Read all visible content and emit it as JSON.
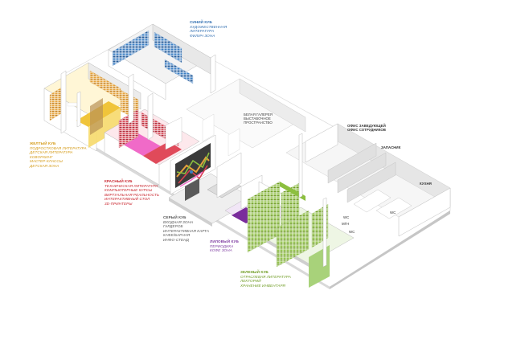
{
  "zones": {
    "blue": {
      "title": "СИНИЙ КУБ",
      "color": "#2f6db0",
      "items": [
        "ХУДОЖЕСТВЕННАЯ",
        "ЛИТЕРАТУРА",
        "ФИЛИЧ ЗОНА"
      ]
    },
    "yellow": {
      "title": "ЖЕЛТЫЙ КУБ",
      "color": "#d49a16",
      "items": [
        "ПОДРОСТКОВАЯ ЛИТЕРАТУРА",
        "ДЕТСКАЯ ЛИТЕРАТУРА",
        "КОВОРКИНГ",
        "МАСТЕР-КЛАССЫ",
        "ДЕТСКАЯ ЗОНА"
      ]
    },
    "red": {
      "title": "КРАСНЫЙ КУБ",
      "color": "#c8232c",
      "items": [
        "ТЕХНИЧЕСКАЯ ЛИТЕРАТУРА",
        "КОМПЬЮТЕРНЫЕ КУРСЫ",
        "ВИРТУАЛЬНАЯ РЕАЛЬНОСТЬ",
        "ИНТЕРАКТИВНЫЙ СТОЛ",
        "3D-ПРИНТЕРЫ"
      ]
    },
    "gray": {
      "title": "СЕРЫЙ КУБ",
      "color": "#555555",
      "items": [
        "ВХОДНАЯ ЗОНА",
        "ГАРДЕРОБ",
        "ИНТЕРАКТИВНАЯ КАРТА",
        "КАФЕ/БАРНАЯ",
        "ИНФО-СТЕНД"
      ]
    },
    "purple": {
      "title": "ЛИЛОВЫЙ КУБ",
      "color": "#7d3aa0",
      "items": [
        "ПЕРИОДИКА",
        "КОФЕ ЗОНА"
      ]
    },
    "green": {
      "title": "ЗЕЛЕНЫЙ КУБ",
      "color": "#6c9a1f",
      "items": [
        "ОТРАСЛЕВАЯ ЛИТЕРАТУРА",
        "ЛЕКТОРИЙ",
        "ХРАНЕНИЕ ИНВЕНТАРЯ"
      ]
    }
  },
  "labels": {
    "gallery": [
      "БЕЛАЯ ГАЛЕРЕЯ",
      "ВЫСТАВОЧНОЕ",
      "ПРОСТРАНСТВО"
    ],
    "office": [
      "ОФИС ЗАВЕДУЮЩЕЙ",
      "ОФИС СОТРУДНИКОВ"
    ],
    "storage": "ЗАПАСНИК",
    "kitchen": "КУХНЯ",
    "wc1": "WC",
    "wc2": "МГН",
    "wc3": "WC",
    "wc4": "WC"
  },
  "colors": {
    "wall": "#ffffff",
    "wall_shade": "#e8e8e8",
    "wall_dark": "#cfcfcf",
    "floor": "#f3f3f3",
    "yellow_floor": "#f0c43a",
    "red_floor": "#e04a5a",
    "pink_floor": "#f06ac8",
    "purple_floor": "#7a2c9c",
    "green_floor": "#a8d27a",
    "blue_shelf": "#3b7fc4",
    "green_shelf": "#8cbf3f",
    "orange_shelf": "#e6a23c"
  }
}
